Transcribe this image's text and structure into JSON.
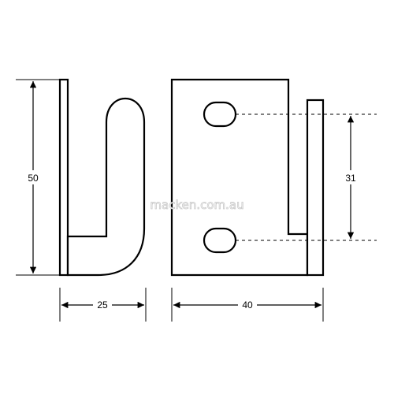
{
  "dimensions": {
    "height": "50",
    "depth": "25",
    "width": "40",
    "slot_spacing": "31"
  },
  "watermark": {
    "text": "macken.com.au"
  },
  "colors": {
    "line": "#000000",
    "fill": "#ffffff"
  }
}
